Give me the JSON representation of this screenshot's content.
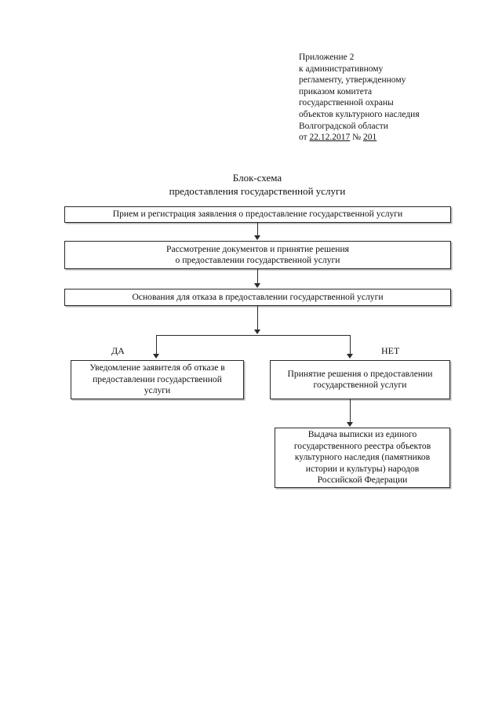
{
  "header": {
    "lines": [
      "Приложение 2",
      "к административному",
      "регламенту, утвержденному",
      "приказом комитета",
      "государственной охраны",
      "объектов культурного наследия",
      "Волгоградской области"
    ],
    "order_prefix": "от ",
    "order_date": "22.12.2017",
    "order_number_label": " № ",
    "order_number": "201"
  },
  "title": {
    "line1": "Блок-схема",
    "line2": "предоставления государственной услуги"
  },
  "flowchart": {
    "boxes": {
      "intake": "Прием и регистрация заявления о предоставление государственной услуги",
      "review_line1": "Рассмотрение документов и принятие решения",
      "review_line2": "о предоставлении государственной услуги",
      "refusal_grounds": "Основания для отказа в предоставлении государственной услуги",
      "notify_refusal_line1": "Уведомление заявителя об отказе в",
      "notify_refusal_line2": "предоставлении государственной",
      "notify_refusal_line3": "услуги",
      "decision_grant_line1": "Принятие решения о предоставлении",
      "decision_grant_line2": "государственной услуги",
      "issue_extract_line1": "Выдача  выписки из единого",
      "issue_extract_line2": "государственного реестра объектов",
      "issue_extract_line3": "культурного наследия (памятников",
      "issue_extract_line4": "истории и культуры) народов",
      "issue_extract_line5": "Российской Федерации"
    },
    "labels": {
      "yes": "ДА",
      "no": "НЕТ"
    }
  },
  "colors": {
    "page_background": "#ffffff",
    "text": "#111111",
    "box_border": "#2a2a2a",
    "box_shadow": "#b9b9b9",
    "connector": "#2b2b2b"
  }
}
